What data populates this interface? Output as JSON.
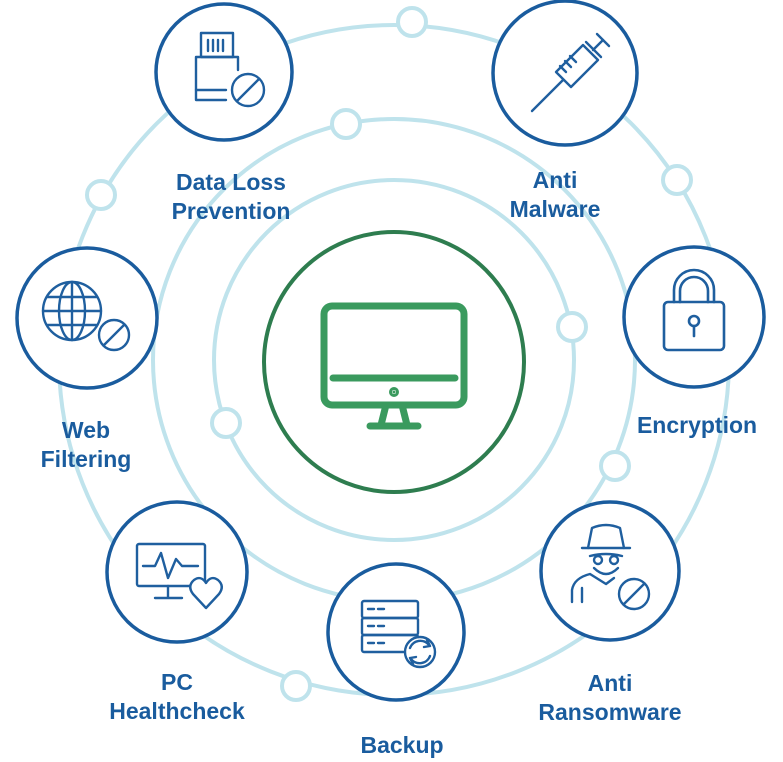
{
  "colors": {
    "ring": "#bfe3ec",
    "node_stroke": "#1a5c9e",
    "label_text": "#1a5c9e",
    "center_stroke": "#2e7d4f",
    "center_icon": "#3a9a5e",
    "icon_line": "#1f5f9f",
    "background": "#ffffff"
  },
  "center": {
    "icon": "monitor-icon"
  },
  "features": [
    {
      "id": "data-loss-prevention",
      "icon": "usb-drive-blocked-icon",
      "label_lines": [
        "Data Loss",
        "Prevention"
      ]
    },
    {
      "id": "anti-malware",
      "icon": "syringe-icon",
      "label_lines": [
        "Anti",
        "Malware"
      ]
    },
    {
      "id": "encryption",
      "icon": "padlock-icon",
      "label_lines": [
        "Encryption"
      ]
    },
    {
      "id": "anti-ransomware",
      "icon": "hacker-blocked-icon",
      "label_lines": [
        "Anti",
        "Ransomware"
      ]
    },
    {
      "id": "backup",
      "icon": "server-sync-icon",
      "label_lines": [
        "Backup"
      ]
    },
    {
      "id": "pc-healthcheck",
      "icon": "monitor-heart-icon",
      "label_lines": [
        "PC",
        "Healthcheck"
      ]
    },
    {
      "id": "web-filtering",
      "icon": "globe-blocked-icon",
      "label_lines": [
        "Web",
        "Filtering"
      ]
    }
  ]
}
